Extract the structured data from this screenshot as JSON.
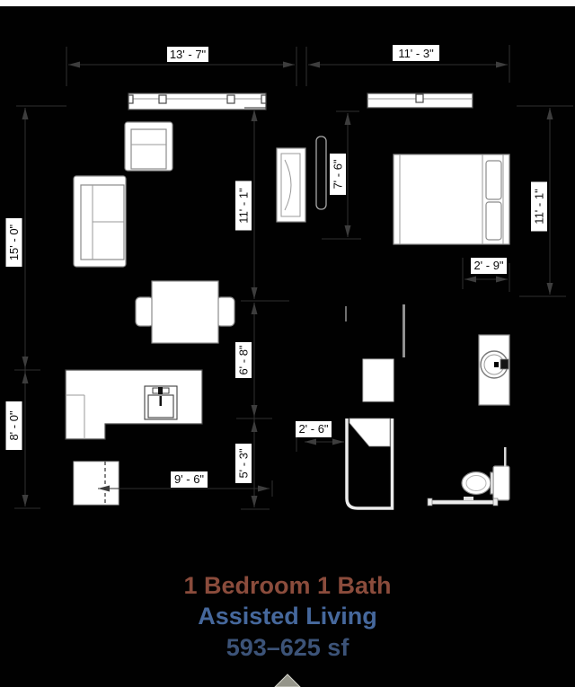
{
  "plan": {
    "titles": {
      "line1": "1 Bedroom 1 Bath",
      "line2": "Assisted Living",
      "line3": "593–625 sf"
    },
    "colors": {
      "title1": "#8b4c3c",
      "title2": "#46689c",
      "title3": "#3c5378",
      "background": "#010101",
      "dimension_line": "#2e2e2e",
      "label_bg": "#ffffff",
      "label_text": "#0c0c0c"
    },
    "dims": {
      "living_width": "13' - 7\"",
      "bedroom_width": "11' - 3\"",
      "left_upper": "15' - 0\"",
      "living_depth": "11' - 1\"",
      "tv_wall": "7' - 6\"",
      "bedroom_depth": "11' - 1\"",
      "bed_clearance": "2' - 9\"",
      "kitchen_depth": "6' - 8\"",
      "left_lower": "8' - 0\"",
      "bath_entry": "2' - 6\"",
      "entry_depth": "5' - 3\"",
      "kitchen_width": "9' - 6\""
    }
  }
}
